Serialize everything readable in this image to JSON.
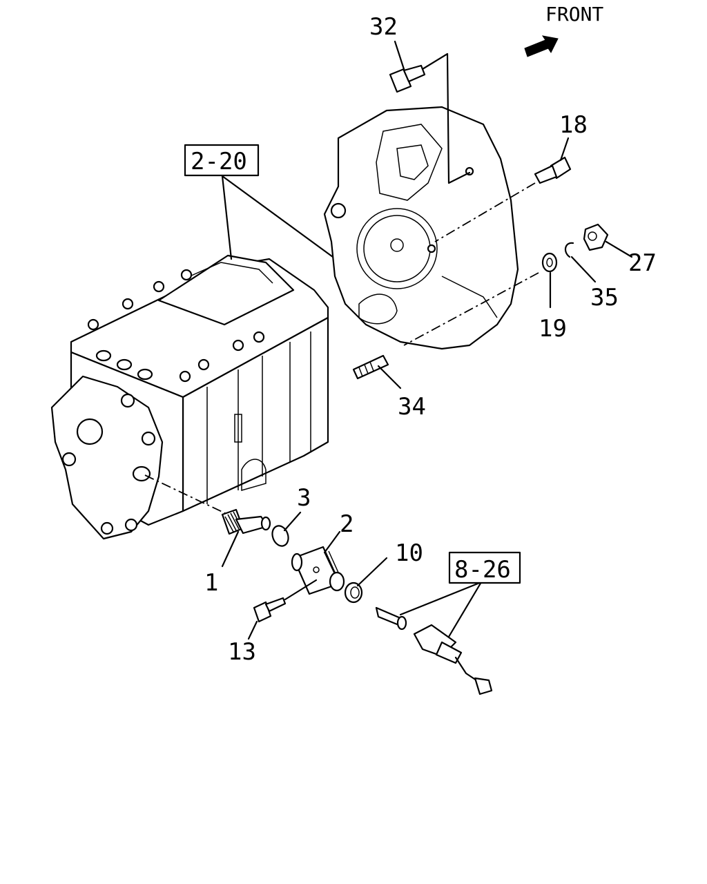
{
  "front_label": "FRONT",
  "ref_boxes": {
    "ref_2_20": "2-20",
    "ref_8_26": "8-26"
  },
  "callouts": {
    "c1": "1",
    "c2": "2",
    "c3": "3",
    "c10": "10",
    "c13": "13",
    "c18": "18",
    "c19": "19",
    "c27": "27",
    "c32": "32",
    "c34": "34",
    "c35": "35"
  }
}
